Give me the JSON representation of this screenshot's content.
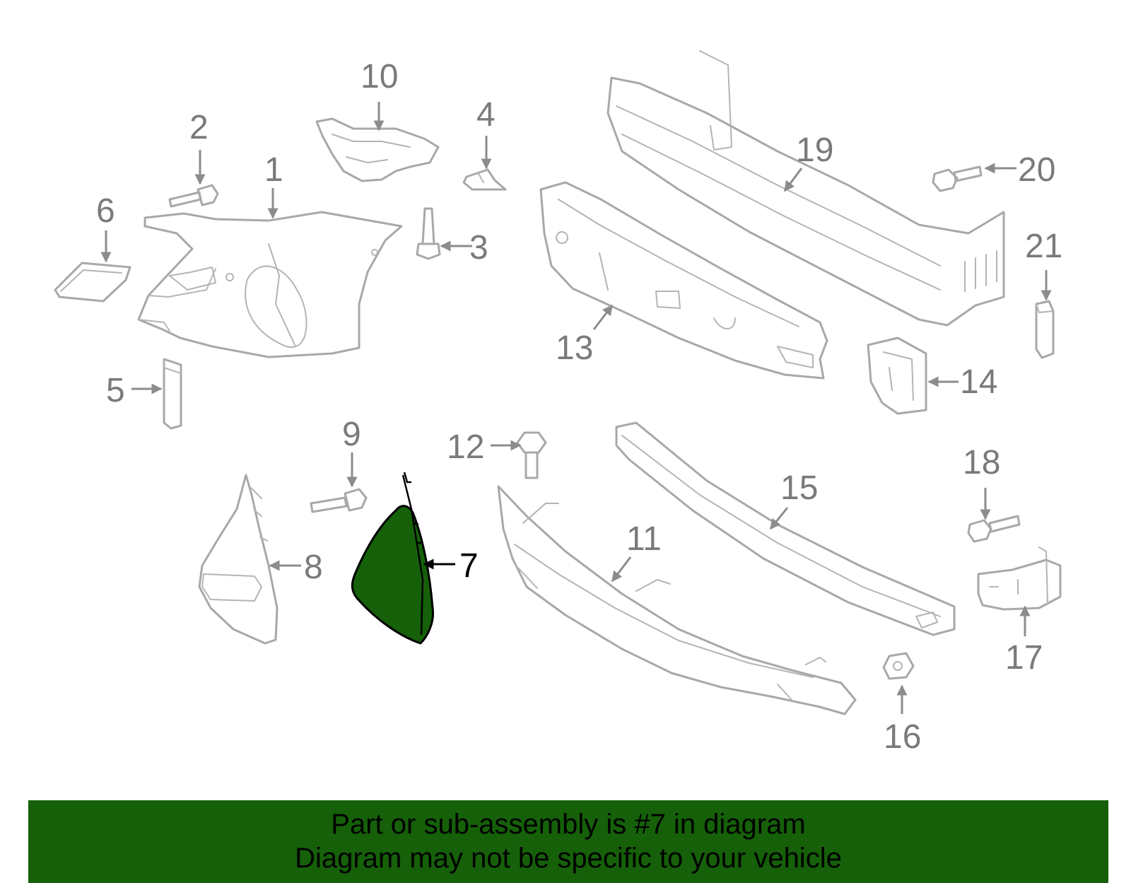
{
  "diagram": {
    "highlight_color": "#156009",
    "selected_callout": "7",
    "callouts": [
      "1",
      "2",
      "3",
      "4",
      "5",
      "6",
      "7",
      "8",
      "9",
      "10",
      "11",
      "12",
      "13",
      "14",
      "15",
      "16",
      "17",
      "18",
      "19",
      "20",
      "21"
    ]
  },
  "banner": {
    "color": "#156009",
    "line1": "Part or sub-assembly is #7 in diagram",
    "line2": "Diagram may not be specific to your vehicle"
  }
}
